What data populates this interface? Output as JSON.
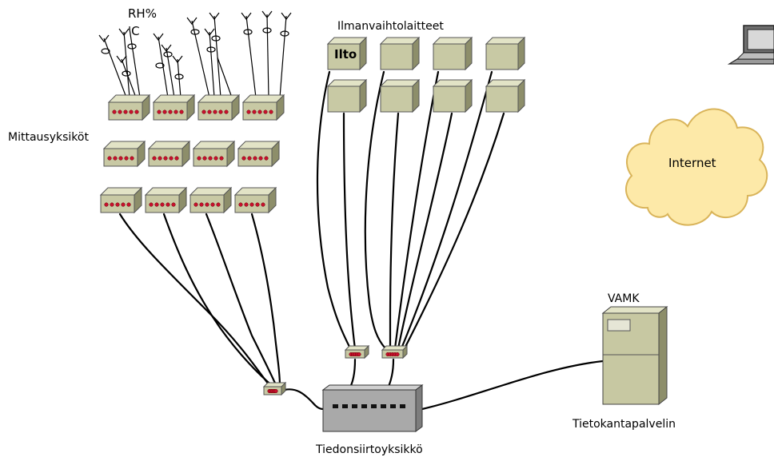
{
  "labels": {
    "humidity": "RH%",
    "temperature": "'C",
    "measurement_units": "Mittausyksiköt",
    "ventilation_units": "Ilmanvaihtolaitteet",
    "ilto": "Ilto",
    "internet": "Internet",
    "vamk": "VAMK",
    "database_server": "Tietokantapalvelin",
    "transfer_unit": "Tiedonsiirtoyksikkö"
  },
  "colors": {
    "device_face": "#c8c9a4",
    "device_side": "#8d8e6a",
    "device_top": "#e2e3c6",
    "led": "#c8102e",
    "cloud": "#fde9a8",
    "cloud_stroke": "#d9b45a",
    "switch_face": "#a9a9a9",
    "server_face": "#c7c8a2"
  }
}
